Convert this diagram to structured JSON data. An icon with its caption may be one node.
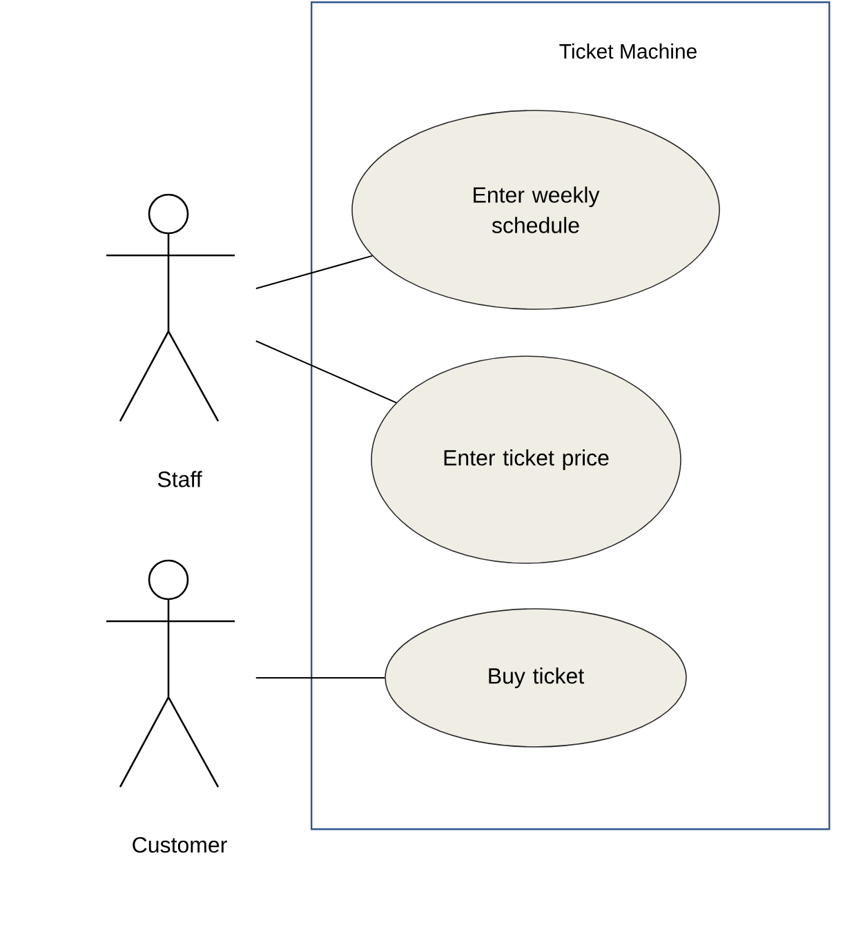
{
  "diagram": {
    "nodes": [
      {
        "text": [
          "Ticket Machine"
        ]
      },
      {
        "text": [
          "Enter weekly schedule"
        ],
        "in": 0
      },
      {
        "text": [
          "Enter ticket price"
        ],
        "in": 0
      },
      {
        "text": [
          "Buy ticket"
        ],
        "in": 0
      },
      {
        "text": [
          "Staff"
        ]
      },
      {
        "text": [
          "Customer"
        ]
      }
    ],
    "edges": [
      {
        "from": 4,
        "to": 1,
        "arrow": "none"
      },
      {
        "from": 4,
        "to": 2,
        "arrow": "none"
      },
      {
        "from": 5,
        "to": 3,
        "arrow": "none"
      }
    ]
  }
}
